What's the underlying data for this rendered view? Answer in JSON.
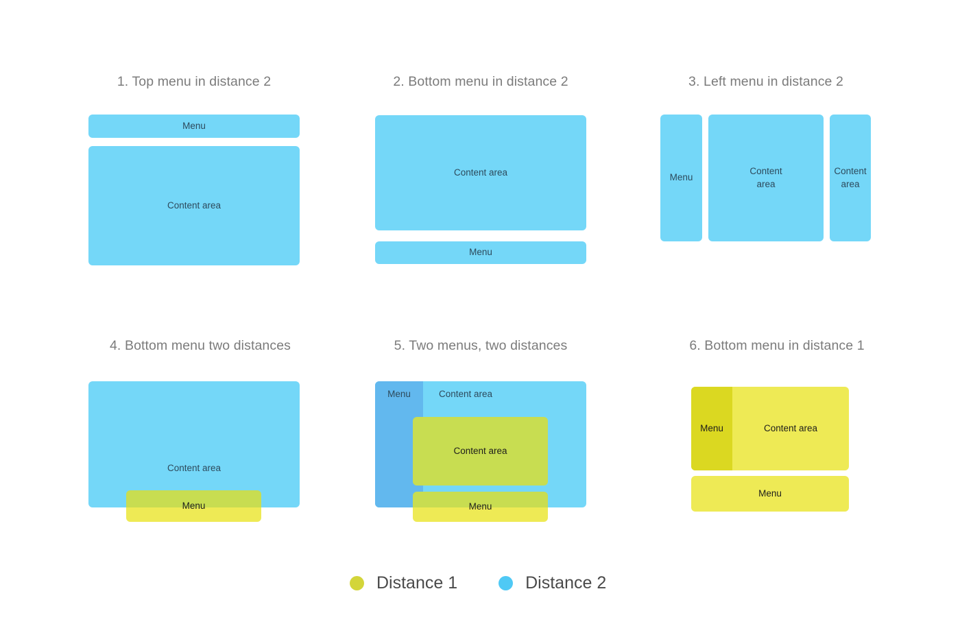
{
  "diagram": {
    "labels": {
      "menu": "Menu",
      "content_area": "Content area",
      "content_area_wrapped": "Content\narea"
    },
    "colors": {
      "distance1": "#eeea55",
      "distance1_dark": "#dbd821",
      "distance1_legend_dot": "#d3d53a",
      "distance2": "#74d7f8",
      "distance2_dark": "#62b8ee",
      "distance2_legend_dot": "#4fc9f5",
      "overlap_yellow_on_blue": "#c8dd51",
      "title_text": "#7b7b7b",
      "box_text_on_blue": "#2d4a5c",
      "box_text_on_yellow": "#1d1d1b",
      "background": "#ffffff"
    },
    "panels": [
      {
        "id": "panel-1",
        "title": "1. Top menu in distance 2",
        "boxes": [
          {
            "name": "menu-bar",
            "label": "Menu",
            "distance": "2"
          },
          {
            "name": "content-area",
            "label": "Content area",
            "distance": "2"
          }
        ]
      },
      {
        "id": "panel-2",
        "title": "2. Bottom menu in distance 2",
        "boxes": [
          {
            "name": "content-area",
            "label": "Content area",
            "distance": "2"
          },
          {
            "name": "menu-bar",
            "label": "Menu",
            "distance": "2"
          }
        ]
      },
      {
        "id": "panel-3",
        "title": "3. Left menu in distance 2",
        "boxes": [
          {
            "name": "menu-column",
            "label": "Menu",
            "distance": "2"
          },
          {
            "name": "content-area-main",
            "label": "Content\narea",
            "distance": "2"
          },
          {
            "name": "content-area-side",
            "label": "Content\narea",
            "distance": "2"
          }
        ]
      },
      {
        "id": "panel-4",
        "title": "4. Bottom menu two distances",
        "boxes": [
          {
            "name": "content-area",
            "label": "Content area",
            "distance": "2"
          },
          {
            "name": "menu-bar",
            "label": "Menu",
            "distance": "1"
          }
        ]
      },
      {
        "id": "panel-5",
        "title": "5. Two menus, two distances",
        "boxes": [
          {
            "name": "menu-column",
            "label": "Menu",
            "distance": "2"
          },
          {
            "name": "content-area-outer",
            "label": "Content area",
            "distance": "2"
          },
          {
            "name": "content-area-inner",
            "label": "Content area",
            "distance": "1"
          },
          {
            "name": "menu-bar",
            "label": "Menu",
            "distance": "1"
          }
        ]
      },
      {
        "id": "panel-6",
        "title": "6. Bottom menu in distance 1",
        "boxes": [
          {
            "name": "menu-column",
            "label": "Menu",
            "distance": "1"
          },
          {
            "name": "content-area",
            "label": "Content area",
            "distance": "1"
          },
          {
            "name": "menu-bar",
            "label": "Menu",
            "distance": "1"
          }
        ]
      }
    ],
    "legend": {
      "items": [
        {
          "name": "distance-1",
          "label": "Distance 1",
          "color": "#d3d53a"
        },
        {
          "name": "distance-2",
          "label": "Distance 2",
          "color": "#4fc9f5"
        }
      ]
    }
  }
}
